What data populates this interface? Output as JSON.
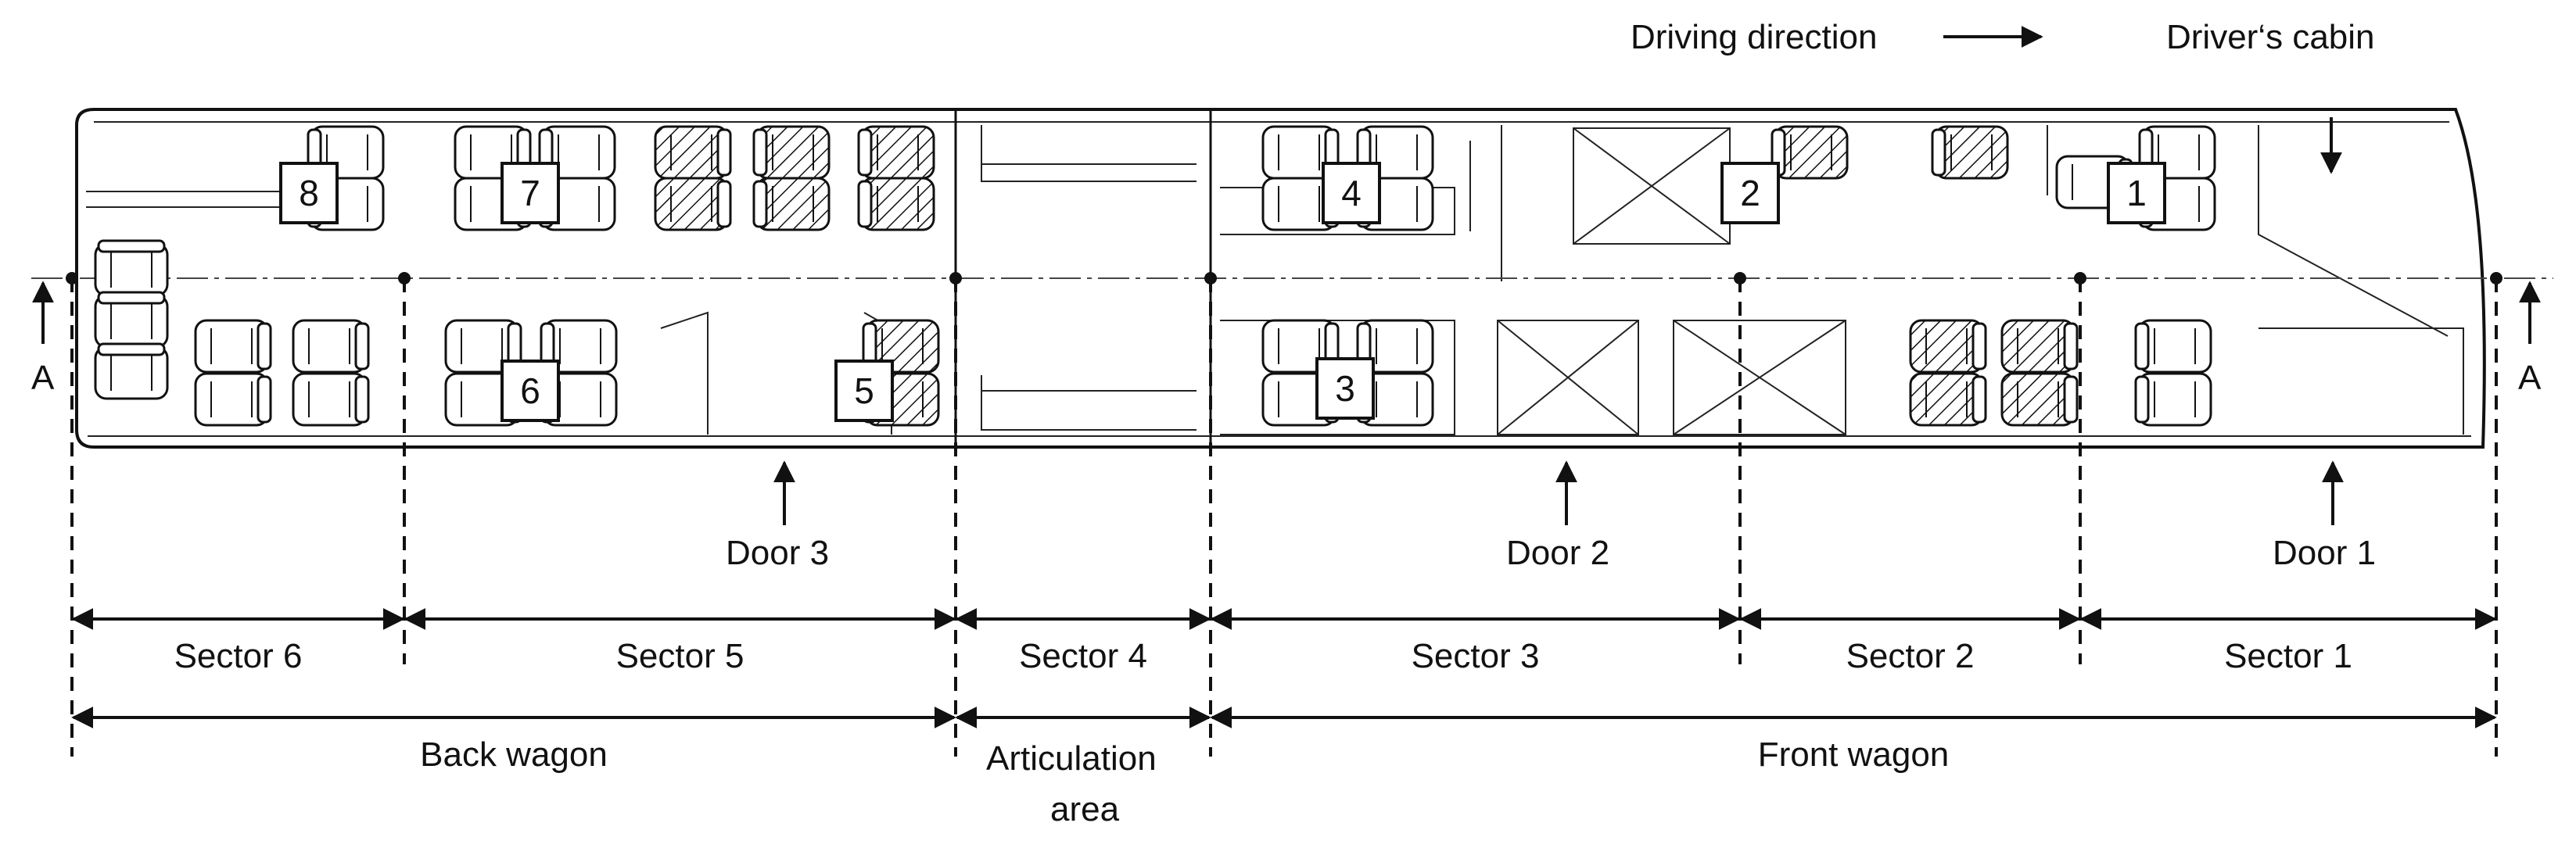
{
  "labels": {
    "driving_direction": "Driving direction",
    "drivers_cabin": "Driver‘s cabin",
    "section_left": "A",
    "section_right": "A",
    "door_3": "Door 3",
    "door_2": "Door 2",
    "door_1": "Door 1",
    "articulation_line1": "Articulation",
    "articulation_line2": "area"
  },
  "sectors": [
    {
      "label": "Sector 6"
    },
    {
      "label": "Sector 5"
    },
    {
      "label": "Sector 4"
    },
    {
      "label": "Sector 3"
    },
    {
      "label": "Sector 2"
    },
    {
      "label": "Sector 1"
    }
  ],
  "wagons": [
    {
      "label": "Back wagon"
    },
    {
      "label": "Front wagon"
    }
  ],
  "position_markers": [
    "1",
    "2",
    "3",
    "4",
    "5",
    "6",
    "7",
    "8"
  ]
}
